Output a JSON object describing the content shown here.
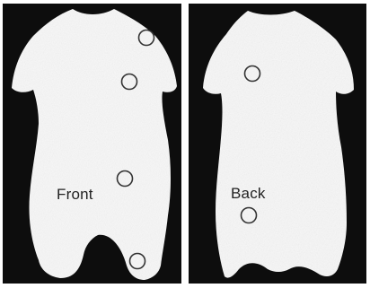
{
  "views": {
    "front": {
      "label": "Front",
      "marker_count": 4
    },
    "back": {
      "label": "Back",
      "marker_count": 2
    }
  },
  "colors": {
    "background": "#0d0d0d",
    "body": "#f7f7f7",
    "marker_stroke": "#333333",
    "label_text": "#222222"
  }
}
